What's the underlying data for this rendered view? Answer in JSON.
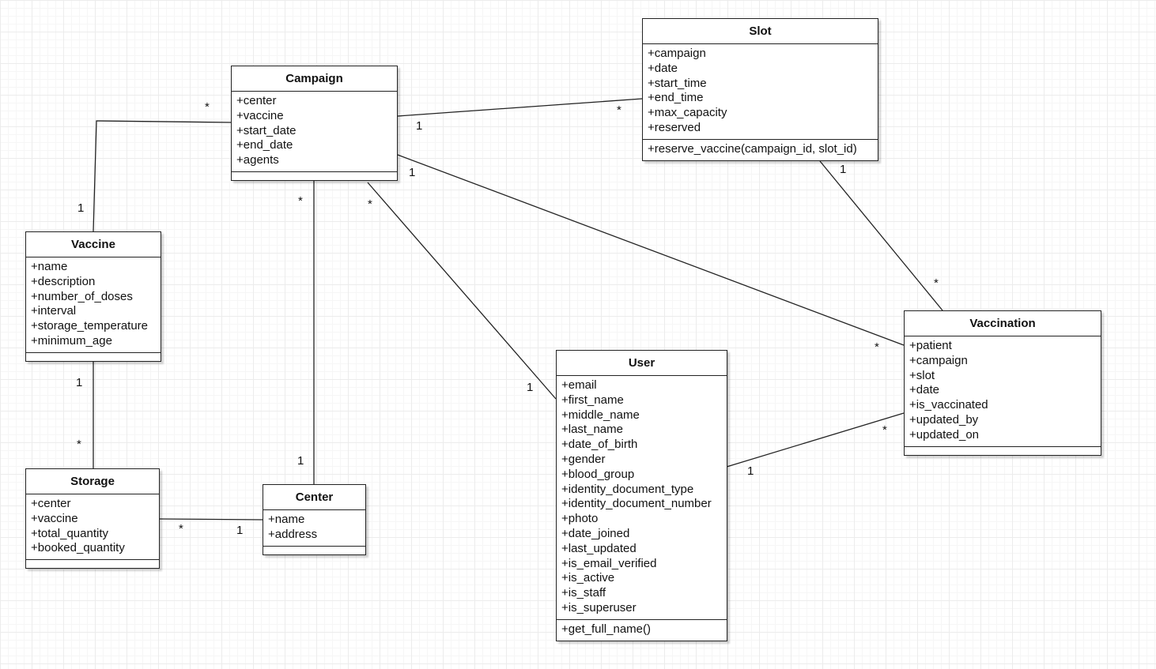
{
  "classes": {
    "campaign": {
      "name": "Campaign",
      "attributes": [
        "+center",
        "+vaccine",
        "+start_date",
        "+end_date",
        "+agents"
      ],
      "methods": []
    },
    "slot": {
      "name": "Slot",
      "attributes": [
        "+campaign",
        "+date",
        "+start_time",
        "+end_time",
        "+max_capacity",
        "+reserved"
      ],
      "methods": [
        "+reserve_vaccine(campaign_id, slot_id)"
      ]
    },
    "vaccine": {
      "name": "Vaccine",
      "attributes": [
        "+name",
        "+description",
        "+number_of_doses",
        "+interval",
        "+storage_temperature",
        "+minimum_age"
      ],
      "methods": []
    },
    "vaccination": {
      "name": "Vaccination",
      "attributes": [
        "+patient",
        "+campaign",
        "+slot",
        "+date",
        "+is_vaccinated",
        "+updated_by",
        "+updated_on"
      ],
      "methods": []
    },
    "user": {
      "name": "User",
      "attributes": [
        "+email",
        "+first_name",
        "+middle_name",
        "+last_name",
        "+date_of_birth",
        "+gender",
        "+blood_group",
        "+identity_document_type",
        "+identity_document_number",
        "+photo",
        "+date_joined",
        "+last_updated",
        "+is_email_verified",
        "+is_active",
        "+is_staff",
        "+is_superuser"
      ],
      "methods": [
        "+get_full_name()"
      ]
    },
    "storage": {
      "name": "Storage",
      "attributes": [
        "+center",
        "+vaccine",
        "+total_quantity",
        "+booked_quantity"
      ],
      "methods": []
    },
    "center": {
      "name": "Center",
      "attributes": [
        "+name",
        "+address"
      ],
      "methods": []
    }
  },
  "associations": [
    {
      "from": "Campaign",
      "to": "Vaccine",
      "from_mult": "*",
      "to_mult": "1"
    },
    {
      "from": "Campaign",
      "to": "Slot",
      "from_mult": "1",
      "to_mult": "*"
    },
    {
      "from": "Campaign",
      "to": "Vaccination",
      "from_mult": "1",
      "to_mult": "*"
    },
    {
      "from": "Campaign",
      "to": "Center",
      "from_mult": "*",
      "to_mult": "1"
    },
    {
      "from": "Campaign",
      "to": "User",
      "from_mult": "*",
      "to_mult": "1"
    },
    {
      "from": "Slot",
      "to": "Vaccination",
      "from_mult": "1",
      "to_mult": "*"
    },
    {
      "from": "Vaccine",
      "to": "Storage",
      "from_mult": "1",
      "to_mult": "*"
    },
    {
      "from": "Storage",
      "to": "Center",
      "from_mult": "*",
      "to_mult": "1"
    },
    {
      "from": "User",
      "to": "Vaccination",
      "from_mult": "1",
      "to_mult": "*"
    }
  ]
}
